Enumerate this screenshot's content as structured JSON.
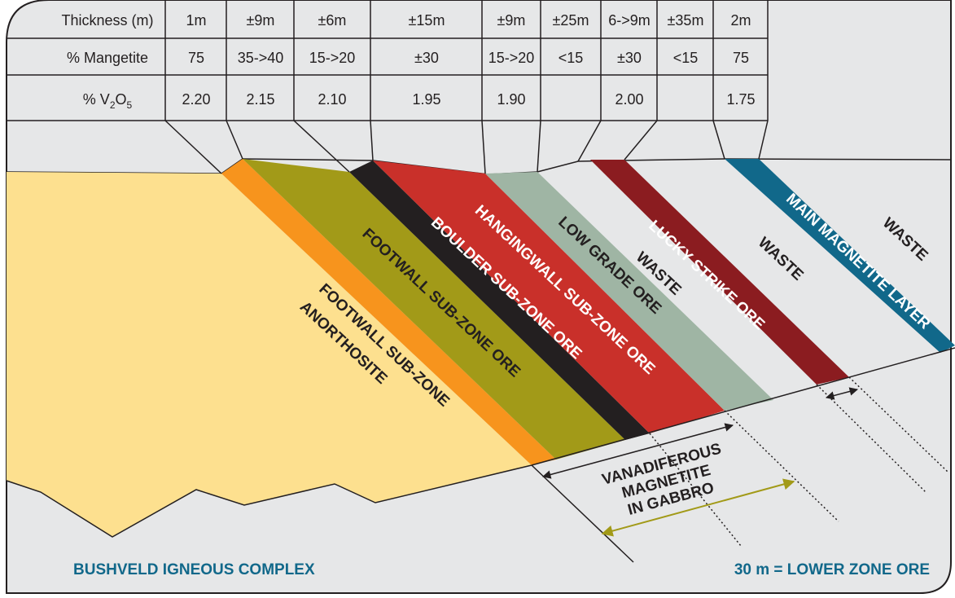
{
  "table": {
    "header": "Thickness (m)",
    "rows": [
      {
        "label": "Thickness (m)",
        "cells": [
          "1m",
          "±9m",
          "±6m",
          "±15m",
          "±9m",
          "±25m",
          "6->9m",
          "±35m",
          "2m"
        ]
      },
      {
        "label": "% Mangetite",
        "cells": [
          "75",
          "35->40",
          "15->20",
          "±30",
          "15->20",
          "<15",
          "±30",
          "<15",
          "75"
        ]
      },
      {
        "label_prefix": "% V",
        "label_sub1": "2",
        "label_mid": "O",
        "label_sub2": "5",
        "cells": [
          "2.20",
          "2.15",
          "2.10",
          "1.95",
          "1.90",
          "",
          "2.00",
          "",
          "1.75"
        ]
      }
    ]
  },
  "zones": {
    "anorthosite": "ANORTHOSITE",
    "footwall": "FOOTWALL SUB-ZONE",
    "footwall_ore": "FOOTWALL SUB-ZONE ORE",
    "boulder": "BOULDER SUB-ZONE ORE",
    "hangingwall": "HANGINGWALL SUB-ZONE ORE",
    "low_grade": "LOW GRADE ORE",
    "waste1": "WASTE",
    "lucky": "LUCKY STRIKE ORE",
    "waste2": "WASTE",
    "main": "MAIN MAGNETITE LAYER",
    "waste3": "WASTE"
  },
  "annotations": {
    "vanadiferous_1": "VANADIFEROUS",
    "vanadiferous_2": "MAGNETITE",
    "vanadiferous_3": "IN GABBRO",
    "bushveld": "BUSHVELD IGNEOUS COMPLEX",
    "lower_zone": "30 m = LOWER ZONE ORE"
  },
  "colors": {
    "background": "#e6e7e8",
    "anorthosite": "#fde08f",
    "footwall": "#f7941d",
    "footwall_ore": "#a29a18",
    "boulder": "#231f20",
    "hangingwall": "#c9302a",
    "low_grade": "#9fb5a4",
    "lucky": "#8b1c20",
    "main": "#11688a",
    "label_blue": "#11688a",
    "olive_arrow": "#a29a18"
  }
}
